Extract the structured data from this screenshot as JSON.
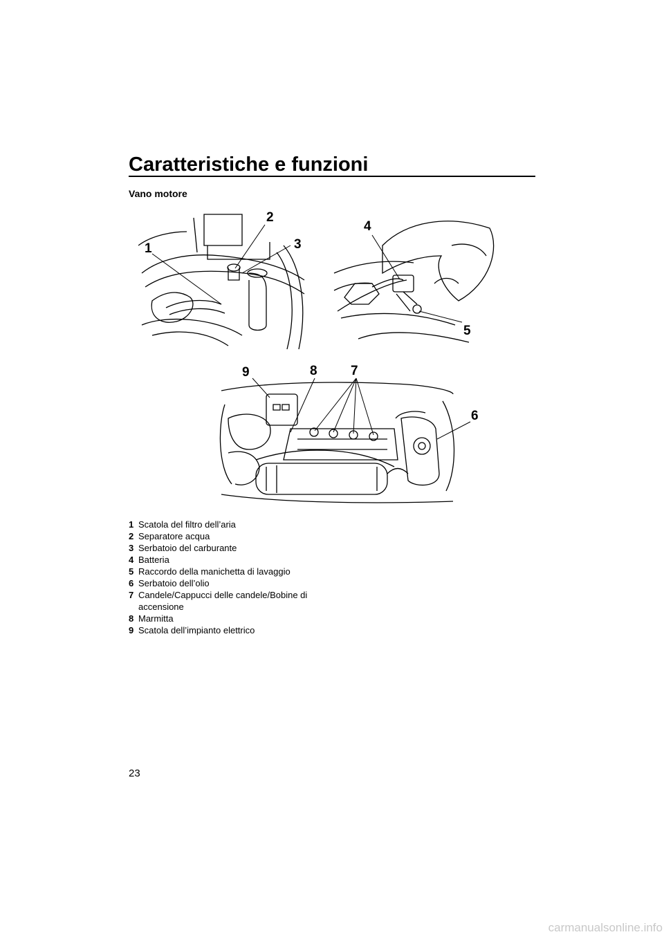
{
  "header": {
    "title": "Caratteristiche e funzioni"
  },
  "section": {
    "title": "Vano motore"
  },
  "callouts": [
    "1",
    "2",
    "3",
    "4",
    "5",
    "6",
    "7",
    "8",
    "9"
  ],
  "legend": [
    {
      "num": "1",
      "text": "Scatola del filtro dell’aria"
    },
    {
      "num": "2",
      "text": "Separatore acqua"
    },
    {
      "num": "3",
      "text": "Serbatoio del carburante"
    },
    {
      "num": "4",
      "text": "Batteria"
    },
    {
      "num": "5",
      "text": "Raccordo della manichetta di lavaggio"
    },
    {
      "num": "6",
      "text": "Serbatoio dell’olio"
    },
    {
      "num": "7",
      "text": "Candele/Cappucci delle candele/Bobine di accensione"
    },
    {
      "num": "8",
      "text": "Marmitta"
    },
    {
      "num": "9",
      "text": "Scatola dell’impianto elettrico"
    }
  ],
  "page": {
    "number": "23"
  },
  "watermark": {
    "text": "carmanualsonline.info"
  }
}
